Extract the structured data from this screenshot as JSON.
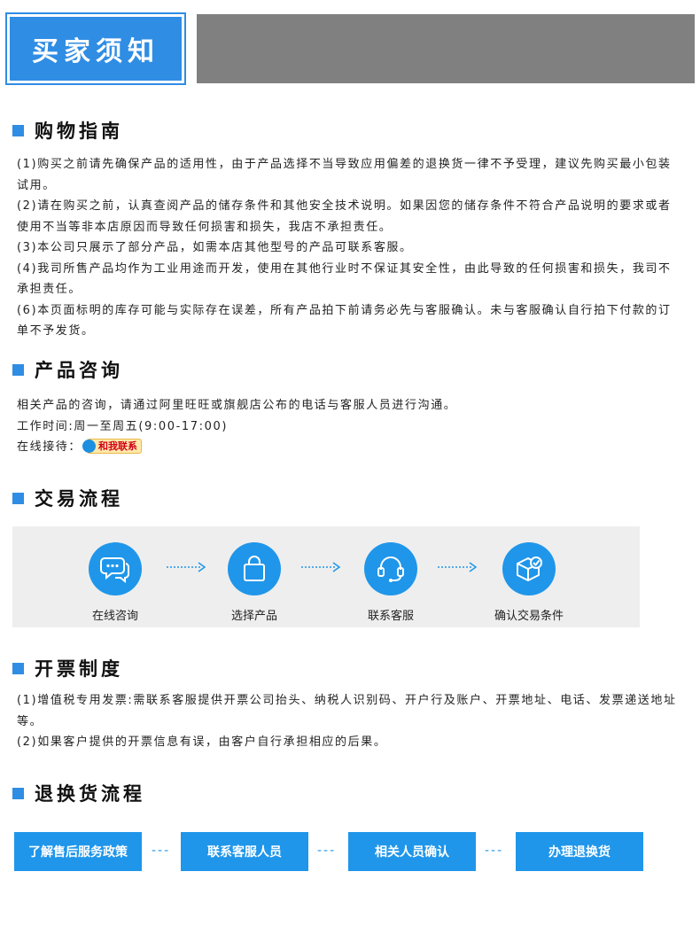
{
  "header": {
    "title": "买家须知"
  },
  "sections": {
    "shopping": {
      "title": "购物指南",
      "lines": [
        "(1)购买之前请先确保产品的适用性，由于产品选择不当导致应用偏差的退换货一律不予受理，建议先购买最小包装试用。",
        "(2)请在购买之前，认真查阅产品的储存条件和其他安全技术说明。如果因您的储存条件不符合产品说明的要求或者使用不当等非本店原因而导致任何损害和损失，我店不承担责任。",
        "(3)本公司只展示了部分产品，如需本店其他型号的产品可联系客服。",
        "(4)我司所售产品均作为工业用途而开发，使用在其他行业时不保证其安全性，由此导致的任何损害和损失，我司不承担责任。",
        "(6)本页面标明的库存可能与实际存在误差，所有产品拍下前请务必先与客服确认。未与客服确认自行拍下付款的订单不予发货。"
      ]
    },
    "consult": {
      "title": "产品咨询",
      "line1": "相关产品的咨询，请通过阿里旺旺或旗舰店公布的电话与客服人员进行沟通。",
      "line2": "工作时间:周一至周五(9:00-17:00)",
      "line3": "在线接待：",
      "badge": "和我联系"
    },
    "trade": {
      "title": "交易流程",
      "steps": [
        {
          "label": "在线咨询",
          "icon": "chat-bubbles-icon"
        },
        {
          "label": "选择产品",
          "icon": "shopping-bag-icon"
        },
        {
          "label": "联系客服",
          "icon": "headset-icon"
        },
        {
          "label": "确认交易条件",
          "icon": "box-check-icon"
        }
      ]
    },
    "invoice": {
      "title": "开票制度",
      "lines": [
        "(1)增值税专用发票:需联系客服提供开票公司抬头、纳税人识别码、开户行及账户、开票地址、电话、发票递送地址等。",
        "(2)如果客户提供的开票信息有误，由客户自行承担相应的后果。"
      ]
    },
    "returns": {
      "title": "退换货流程",
      "steps": [
        "了解售后服务政策",
        "联系客服人员",
        "相关人员确认",
        "办理退换货"
      ],
      "separator": "---"
    }
  },
  "colors": {
    "accent": "#2f8de4",
    "flow_blue": "#1f96ea",
    "header_gray": "#808080"
  }
}
